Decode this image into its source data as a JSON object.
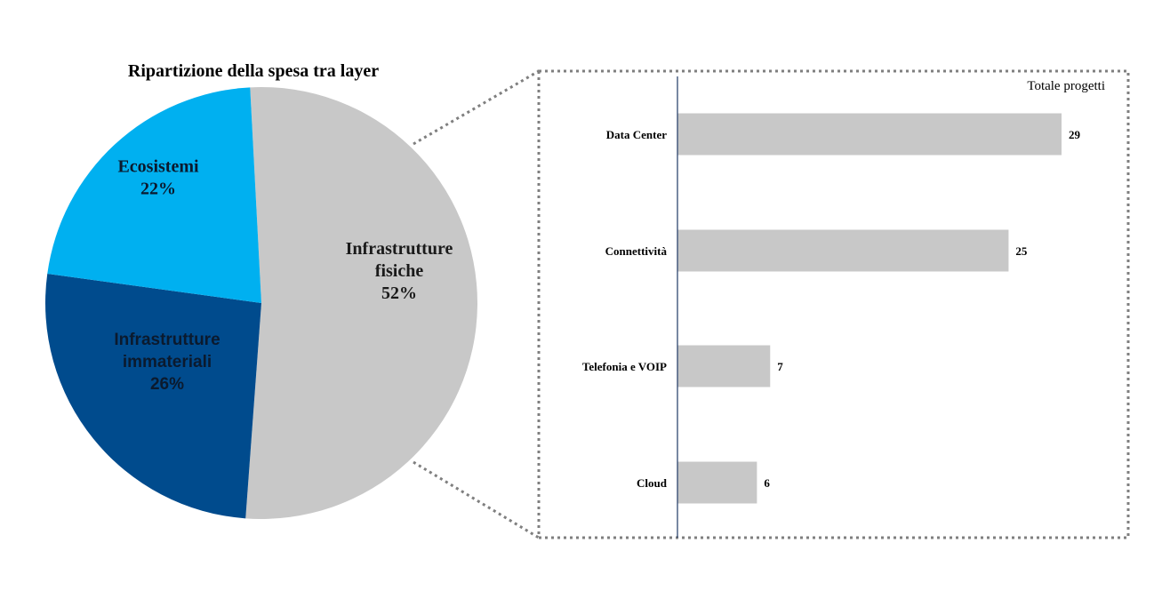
{
  "chart_data": [
    {
      "type": "pie",
      "title": "Ripartizione della spesa tra layer",
      "slices": [
        {
          "label_lines": [
            "Infrastrutture",
            "fisiche"
          ],
          "percent_label": "52%",
          "value": 52,
          "color": "#c8c8c8",
          "text_color": "#1a1a1a"
        },
        {
          "label_lines": [
            "Infrastrutture",
            "immateriali"
          ],
          "percent_label": "26%",
          "value": 26,
          "color": "#004b8d",
          "text_color": "#0b1a2e"
        },
        {
          "label_lines": [
            "Ecosistemi"
          ],
          "percent_label": "22%",
          "value": 22,
          "color": "#00b0f0",
          "text_color": "#0b1a2e"
        }
      ]
    },
    {
      "type": "bar",
      "orientation": "horizontal",
      "header": "Totale progetti",
      "categories": [
        "Data Center",
        "Connettività",
        "Telefonia e VOIP",
        "Cloud"
      ],
      "values": [
        29,
        25,
        7,
        6
      ],
      "value_labels": [
        "29",
        "25",
        "7",
        "6"
      ],
      "bar_color": "#c8c8c8",
      "axis_color": "#1f3864"
    }
  ],
  "colors": {
    "connector": "#7f7f7f",
    "frame": "#7f7f7f"
  }
}
